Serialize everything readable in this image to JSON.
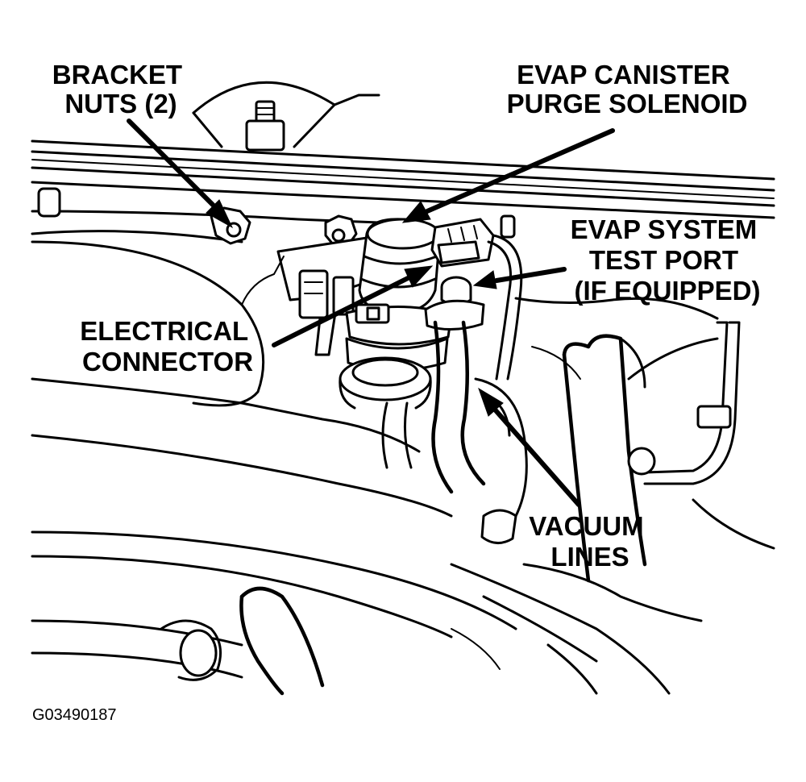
{
  "labels": {
    "bracket_nuts_line1": "BRACKET",
    "bracket_nuts_line2": "NUTS (2)",
    "purge_solenoid_line1": "EVAP CANISTER",
    "purge_solenoid_line2": "PURGE SOLENOID",
    "test_port_line1": "EVAP SYSTEM",
    "test_port_line2": "TEST PORT",
    "test_port_line3": "(IF EQUIPPED)",
    "electrical_connector_line1": "ELECTRICAL",
    "electrical_connector_line2": "CONNECTOR",
    "vacuum_lines_line1": "VACUUM",
    "vacuum_lines_line2": "LINES"
  },
  "figure_id": "G03490187",
  "colors": {
    "ink": "#000000",
    "paper": "#ffffff"
  }
}
